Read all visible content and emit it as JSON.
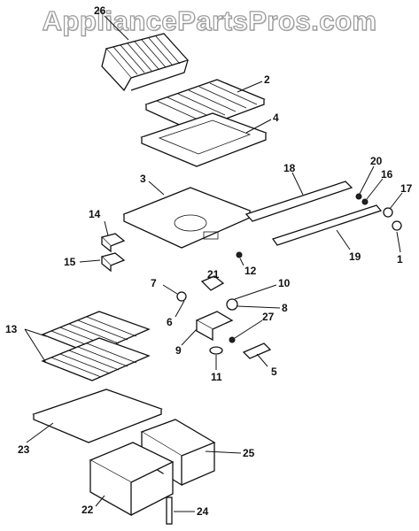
{
  "watermark": "AppliancePartsPros.com",
  "labels": {
    "l26": "26",
    "l2": "2",
    "l4": "4",
    "l3": "3",
    "l18": "18",
    "l20": "20",
    "l16": "16",
    "l17": "17",
    "l14": "14",
    "l15": "15",
    "l12": "12",
    "l19": "19",
    "l1": "1",
    "l21": "21",
    "l7": "7",
    "l10": "10",
    "l8": "8",
    "l6": "6",
    "l27": "27",
    "l9": "9",
    "l11": "11",
    "l5": "5",
    "l13": "13",
    "l23": "23",
    "l25": "25",
    "l22": "22",
    "l24": "24"
  }
}
